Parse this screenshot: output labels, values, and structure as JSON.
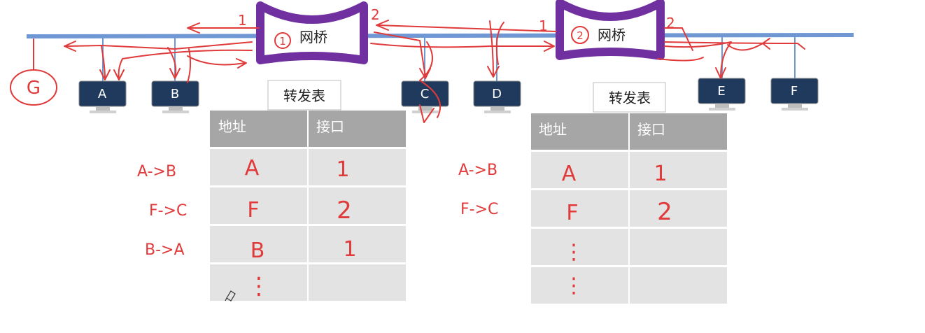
{
  "bridge_label": "网桥",
  "table_title": "转发表",
  "table_headers": [
    "地址",
    "接口"
  ],
  "hosts": [
    "A",
    "B",
    "C",
    "D",
    "E",
    "F"
  ],
  "hand_host_label": "G",
  "port_labels": {
    "bridge1_left": "1",
    "bridge1_right": "2",
    "bridge2_left": "1",
    "bridge2_right": "2"
  },
  "bridge_numbers": [
    "1",
    "2"
  ],
  "left_table": {
    "rows": [
      {
        "note": "A->B",
        "address": "A",
        "port": "1"
      },
      {
        "note": "F->C",
        "address": "F",
        "port": "2"
      },
      {
        "note": "B->A",
        "address": "B",
        "port": "1"
      },
      {
        "note": "",
        "address": "⋮",
        "port": ""
      }
    ]
  },
  "right_table": {
    "rows": [
      {
        "note": "A->B",
        "address": "A",
        "port": "1"
      },
      {
        "note": "F->C",
        "address": "F",
        "port": "2"
      },
      {
        "note": "",
        "address": "⋮",
        "port": ""
      },
      {
        "note": "",
        "address": "⋮",
        "port": ""
      }
    ]
  },
  "colors": {
    "bus": "#6e97d3",
    "bridge": "#7030a0",
    "monitor": "#1f3a5c",
    "header": "#a6a6a6",
    "row": "#e3e3e3",
    "ink": "#e03a3a"
  }
}
